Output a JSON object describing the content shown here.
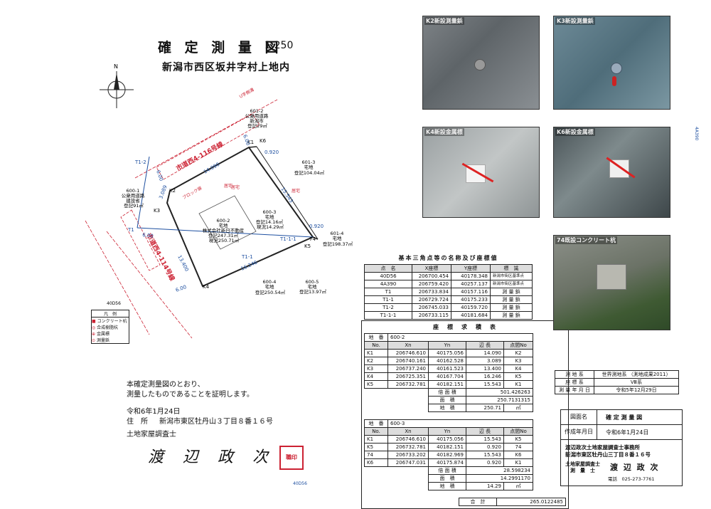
{
  "header": {
    "title": "確 定 測 量 図",
    "scale": "1:250",
    "location": "新潟市西区坂井字村上地内"
  },
  "plan": {
    "road_top": "市道西4-116号線",
    "road_left": "市道西4-114号線",
    "parcel_601_2": [
      "601-2",
      "公衆用道路",
      "新潟市",
      "登記29㎡"
    ],
    "parcel_601_3": [
      "601-3",
      "宅地",
      "登記104.04㎡"
    ],
    "parcel_600_1": [
      "600-1",
      "公衆用道路",
      "建設省",
      "登記91㎡"
    ],
    "parcel_600_2": [
      "600-2",
      "宅地",
      "株式会社新日不動産",
      "登記247.31㎡",
      "現況250.71㎡"
    ],
    "parcel_600_3": [
      "600-3",
      "宅地",
      "登記14.16㎡",
      "現況14.29㎡"
    ],
    "parcel_601_4": [
      "601-4",
      "宅地",
      "登記198.37㎡"
    ],
    "parcel_600_4": [
      "600-4",
      "宅地",
      "登記250.54㎡"
    ],
    "parcel_600_5": [
      "600-5",
      "宅地",
      "登記13.97㎡"
    ],
    "house_a": "居宅",
    "house_b": "居宅",
    "house_c": "居宅",
    "block_wall": "ブロック塀",
    "side_ditch": "U字側溝",
    "points": {
      "K1": "K1",
      "K2": "K2",
      "K3": "K3",
      "K4": "K4",
      "K5": "K5",
      "K6": "K6",
      "p74": "74",
      "T1": "T1",
      "T1_1": "T1-1",
      "T1_2": "T1-2",
      "T1_1_1": "T1-1-1"
    },
    "dims": {
      "d14090": "14.090",
      "d0920a": "0.920",
      "d0920b": "0.920",
      "d15543": "15.543",
      "d3089": "3.089",
      "d16246": "16.246",
      "d600a": "6.00",
      "d600b": "6.00",
      "d600c": "6.00",
      "d600d": "6.00",
      "d13400": "13.400"
    },
    "north": "N",
    "legend_title": "凡　例",
    "legend": [
      "コンクリート杭",
      "合成樹脂杭",
      "金属標",
      "測量鋲"
    ],
    "mark_4A390": "4A390",
    "mark_40D56": "40D56"
  },
  "triangulation": {
    "title": "基本三角点等の名称及び座標値",
    "headers": [
      "点　名",
      "X座標",
      "Y座標",
      "標　識"
    ],
    "rows": [
      [
        "40D56",
        "206700.454",
        "40178.348",
        "新潟市街区基準点"
      ],
      [
        "4A390",
        "206759.420",
        "40257.137",
        "新潟市街区基準点"
      ],
      [
        "T1",
        "206733.834",
        "40157.116",
        "測 量 鋲"
      ],
      [
        "T1-1",
        "206729.724",
        "40175.233",
        "測 量 鋲"
      ],
      [
        "T1-2",
        "206745.033",
        "40159.720",
        "測 量 鋲"
      ],
      [
        "T1-1-1",
        "206733.115",
        "40181.684",
        "測 量 鋲"
      ]
    ]
  },
  "area_table_1": {
    "title": "座　標　求　積　表",
    "lot_label": "地　番",
    "lot": "600-2",
    "headers": [
      "No.",
      "Xn",
      "Yn",
      "辺 長",
      "点間No"
    ],
    "rows": [
      [
        "K1",
        "206746.610",
        "40175.056",
        "14.090",
        "K2"
      ],
      [
        "K2",
        "206740.161",
        "40162.528",
        "3.089",
        "K3"
      ],
      [
        "K3",
        "206737.240",
        "40161.523",
        "13.400",
        "K4"
      ],
      [
        "K4",
        "206725.351",
        "40167.704",
        "16.246",
        "K5"
      ],
      [
        "K5",
        "206732.781",
        "40182.151",
        "15.543",
        "K1"
      ]
    ],
    "double_area_label": "倍 面 積",
    "double_area": "501.426263",
    "area_label": "面　積",
    "area": "250.7131315",
    "land_label": "地　積",
    "land": "250.71",
    "unit": "㎡"
  },
  "area_table_2": {
    "lot_label": "地　番",
    "lot": "600-3",
    "headers": [
      "No.",
      "Xn",
      "Yn",
      "辺 長",
      "点間No"
    ],
    "rows": [
      [
        "K1",
        "206746.610",
        "40175.056",
        "15.543",
        "K5"
      ],
      [
        "K5",
        "206732.781",
        "40182.151",
        "0.920",
        "74"
      ],
      [
        "74",
        "206733.202",
        "40182.969",
        "15.543",
        "K6"
      ],
      [
        "K6",
        "206747.031",
        "40175.874",
        "0.920",
        "K1"
      ]
    ],
    "double_area_label": "倍 面 積",
    "double_area": "28.598234",
    "area_label": "面　積",
    "area": "14.2991170",
    "land_label": "地　積",
    "land": "14.29",
    "unit": "㎡",
    "total_label": "合　計",
    "total": "265.0122485"
  },
  "photos": [
    {
      "label": "K2新設測量鋲"
    },
    {
      "label": "K3新設測量鋲"
    },
    {
      "label": "K4新設金属標"
    },
    {
      "label": "K6新設金属標"
    },
    {
      "label": "74既設コンクリート杭"
    }
  ],
  "survey_info": {
    "rows": [
      [
        "測 地 系",
        "世界測地系 （測地成果2011）"
      ],
      [
        "座 標 系",
        "Ⅷ系"
      ],
      [
        "測 量 年 月 日",
        "令和5年12月29日"
      ]
    ]
  },
  "doc_info": {
    "name_label": "図面名",
    "name": "確 定 測 量 図",
    "date_label": "作成年月日",
    "date": "令和6年1月24日",
    "office_line1": "渡辺政次土地家屋調査士事務所",
    "office_line2": "新潟市東区牡丹山三丁目８番１６号",
    "role1": "土地家屋調査士",
    "role2": "測　量　士",
    "person": "渡 辺 政 次",
    "phone": "電話　025-273-7761"
  },
  "certification": {
    "line1": "本確定測量図のとおり、",
    "line2": "測量したものであることを証明します。",
    "date": "令和6年1月24日",
    "address_label": "住　所",
    "address": "新潟市東区牡丹山３丁目８番１６号",
    "role": "土地家屋調査士",
    "signature": "渡 辺 政 次",
    "seal": "職印"
  }
}
